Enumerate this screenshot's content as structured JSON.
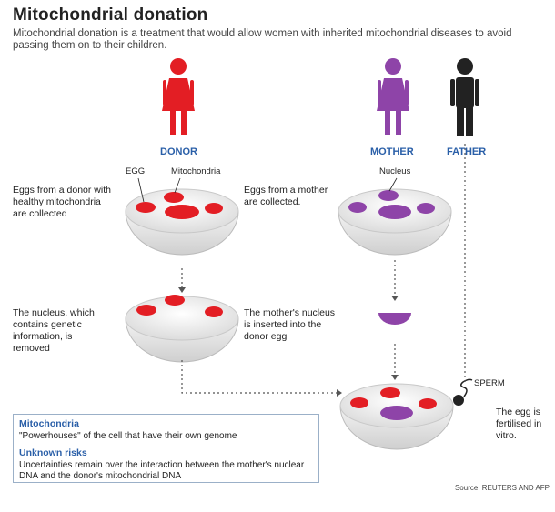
{
  "header": {
    "title": "Mitochondrial donation",
    "subtitle": "Mitochondrial donation is a treatment that would allow women with inherited mitochondrial diseases to avoid passing them on to their children."
  },
  "people": {
    "donor": "DONOR",
    "mother": "MOTHER",
    "father": "FATHER"
  },
  "labels": {
    "egg": "EGG",
    "mitochondria": "Mitochondria",
    "nucleus": "Nucleus",
    "sperm": "SPERM"
  },
  "steps": {
    "donor_eggs": "Eggs from a donor with healthy mitochondria are collected",
    "mother_eggs": "Eggs from a mother are collected.",
    "nucleus_removed": "The nucleus, which contains genetic information, is removed",
    "nucleus_inserted": "The mother's nucleus is inserted into the donor egg",
    "fertilised": "The egg is fertilised in vitro."
  },
  "info": {
    "mito_heading": "Mitochondria",
    "mito_text": "\"Powerhouses\" of the cell that have their own genome",
    "risks_heading": "Unknown risks",
    "risks_text": "Uncertainties remain over the interaction between the mother's nuclear DNA and the donor's mitochondrial DNA"
  },
  "source": "Source: REUTERS AND AFP",
  "colors": {
    "donor": "#e31e24",
    "mother": "#8e44a8",
    "father": "#222222",
    "label_blue": "#2a5fa8"
  }
}
